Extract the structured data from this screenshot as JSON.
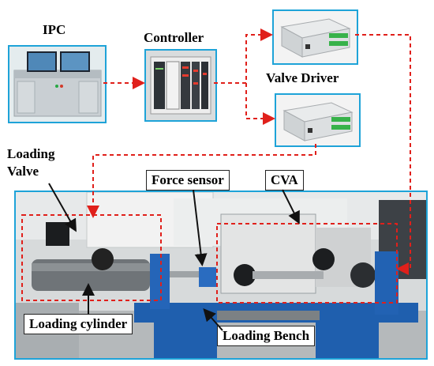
{
  "labels": {
    "ipc": "IPC",
    "controller": "Controller",
    "valve_driver": "Valve Driver",
    "loading_valve_line1": "Loading",
    "loading_valve_line2": "Valve",
    "force_sensor": "Force sensor",
    "cva": "CVA",
    "loading_cylinder": "Loading cylinder",
    "loading_bench": "Loading Bench"
  },
  "colors": {
    "frame": "#1ea3d8",
    "dashed_connector": "#e0201b",
    "arrow": "#111111"
  }
}
